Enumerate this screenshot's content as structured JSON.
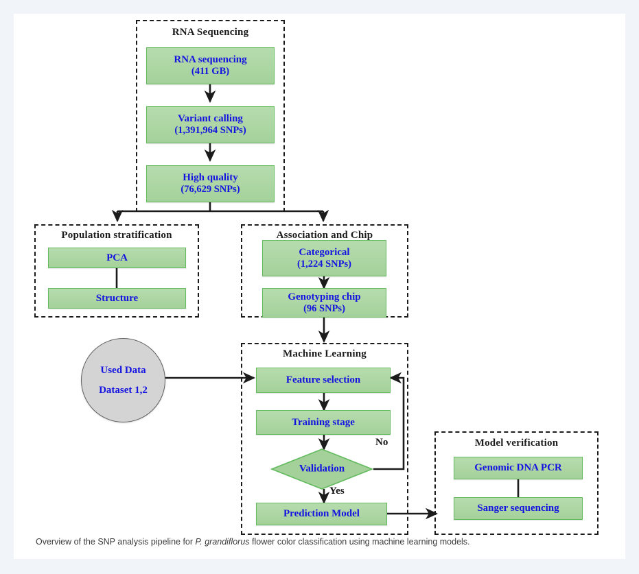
{
  "figure": {
    "caption_prefix": "Overview of the SNP analysis pipeline for ",
    "caption_species": "P. grandiflorus",
    "caption_suffix": " flower color classification using machine learning models."
  },
  "colors": {
    "node_fill_top": "#b6dcae",
    "node_fill_bottom": "#a4d19a",
    "node_border": "#63bb5e",
    "node_text": "#1414e0",
    "group_border": "#1b1b1b",
    "group_title": "#1b1b1b",
    "circle_fill": "#d4d4d4",
    "circle_border": "#5f5f5f",
    "wire": "#1b1b1b",
    "page_bg": "#f1f4f8",
    "card_bg": "#ffffff"
  },
  "groups": {
    "rna_sequencing": {
      "title": "RNA Sequencing"
    },
    "population_stratification": {
      "title": "Population stratification"
    },
    "association_and_chip": {
      "title": "Association and Chip"
    },
    "machine_learning": {
      "title": "Machine Learning"
    },
    "model_verification": {
      "title": "Model verification"
    }
  },
  "nodes": {
    "rna_seq": {
      "line1": "RNA sequencing",
      "line2": "(411 GB)"
    },
    "variant_calling": {
      "line1": "Variant calling",
      "line2": "(1,391,964 SNPs)"
    },
    "high_quality": {
      "line1": "High quality",
      "line2": "(76,629 SNPs)"
    },
    "pca": {
      "line1": "PCA",
      "line2": ""
    },
    "structure": {
      "line1": "Structure",
      "line2": ""
    },
    "categorical": {
      "line1": "Categorical",
      "line2": "(1,224 SNPs)"
    },
    "genotyping_chip": {
      "line1": "Genotyping chip",
      "line2": "(96 SNPs)"
    },
    "used_data": {
      "line1": "Used Data",
      "line2": "Dataset 1,2"
    },
    "feature_selection": {
      "line1": "Feature selection",
      "line2": ""
    },
    "training_stage": {
      "line1": "Training stage",
      "line2": ""
    },
    "validation": {
      "line1": "Validation",
      "line2": ""
    },
    "prediction_model": {
      "line1": "Prediction Model",
      "line2": ""
    },
    "genomic_dna_pcr": {
      "line1": "Genomic DNA PCR",
      "line2": ""
    },
    "sanger_sequencing": {
      "line1": "Sanger sequencing",
      "line2": ""
    }
  },
  "edge_labels": {
    "validation_no": "No",
    "validation_yes": "Yes"
  },
  "flow": {
    "type": "flowchart",
    "edges": [
      {
        "from": "rna_seq",
        "to": "variant_calling",
        "arrow": true,
        "label": ""
      },
      {
        "from": "variant_calling",
        "to": "high_quality",
        "arrow": true,
        "label": ""
      },
      {
        "from": "high_quality",
        "to": "population_stratification",
        "arrow": true,
        "label": ""
      },
      {
        "from": "high_quality",
        "to": "association_and_chip",
        "arrow": true,
        "label": ""
      },
      {
        "from": "pca",
        "to": "structure",
        "arrow": false,
        "label": ""
      },
      {
        "from": "categorical",
        "to": "genotyping_chip",
        "arrow": true,
        "label": ""
      },
      {
        "from": "association_and_chip",
        "to": "machine_learning",
        "arrow": true,
        "label": ""
      },
      {
        "from": "used_data",
        "to": "feature_selection",
        "arrow": true,
        "label": ""
      },
      {
        "from": "feature_selection",
        "to": "training_stage",
        "arrow": true,
        "label": ""
      },
      {
        "from": "training_stage",
        "to": "validation",
        "arrow": true,
        "label": ""
      },
      {
        "from": "validation",
        "to": "feature_selection",
        "arrow": true,
        "label": "No"
      },
      {
        "from": "validation",
        "to": "prediction_model",
        "arrow": true,
        "label": "Yes"
      },
      {
        "from": "prediction_model",
        "to": "model_verification",
        "arrow": true,
        "label": ""
      },
      {
        "from": "genomic_dna_pcr",
        "to": "sanger_sequencing",
        "arrow": false,
        "label": ""
      }
    ]
  }
}
